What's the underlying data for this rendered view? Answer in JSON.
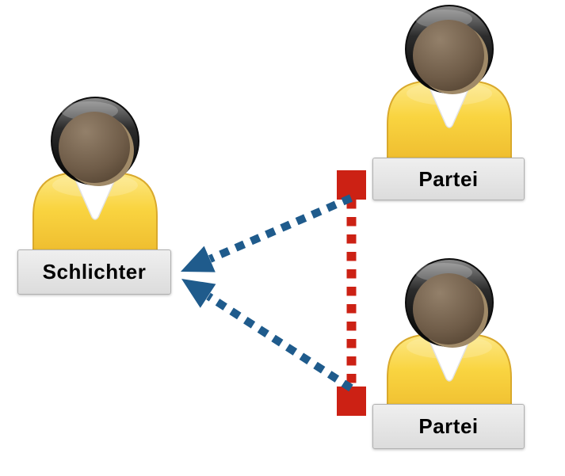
{
  "diagram": {
    "background_color": "#ffffff",
    "nodes": [
      {
        "id": "schlichter",
        "label": "Schlichter",
        "icon": "person-icon",
        "position": "left-middle"
      },
      {
        "id": "partei_top",
        "label": "Partei",
        "icon": "person-icon",
        "position": "right-top"
      },
      {
        "id": "partei_bottom",
        "label": "Partei",
        "icon": "person-icon",
        "position": "right-bottom"
      }
    ],
    "edges": [
      {
        "from": "partei_top",
        "to": "schlichter",
        "style": "dotted",
        "color": "#1f5b8c",
        "marker_end": "arrowhead"
      },
      {
        "from": "partei_bottom",
        "to": "schlichter",
        "style": "dotted",
        "color": "#1f5b8c",
        "marker_end": "arrowhead"
      },
      {
        "from": "partei_top",
        "to": "partei_bottom",
        "style": "dotted",
        "color": "#cc2114",
        "marker_end": "square",
        "marker_start": "square"
      }
    ],
    "colors": {
      "arrow_blue": "#1f5b8c",
      "connector_red": "#cc2114",
      "label_background": "#e3e3e3",
      "label_border": "#b0b0b0",
      "label_text": "#000000",
      "shirt_yellow": "#f9d440",
      "skin_brown": "#6f5c48",
      "hair_black": "#141414"
    }
  }
}
